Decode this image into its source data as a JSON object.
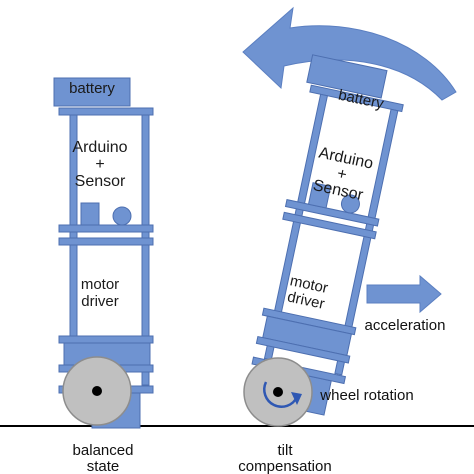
{
  "labels": {
    "battery": "battery",
    "arduino": "Arduino",
    "plus": "+",
    "sensor": "Sensor",
    "motor": "motor",
    "driver": "driver",
    "acceleration": "acceleration",
    "wheel_rotation": "wheel rotation",
    "balanced_line1": "balanced",
    "balanced_line2": "state",
    "tilt_line1": "tilt",
    "tilt_line2": "compensation"
  },
  "colors": {
    "frame_fill": "#6f93d1",
    "frame_stroke": "#4d6fb0",
    "arrow_fill": "#6f93d1",
    "wheel_fill": "#c0c0c0",
    "wheel_stroke": "#8d8d8d",
    "hub": "#000000",
    "rotation_arrow": "#2f58b3",
    "ground": "#000000"
  }
}
